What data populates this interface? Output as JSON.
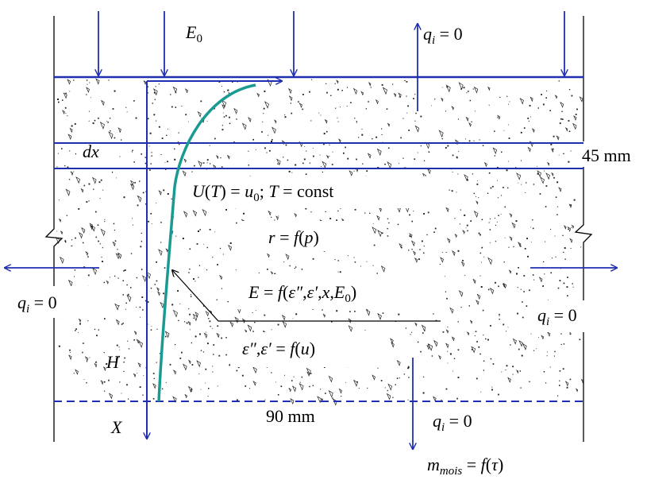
{
  "labels": {
    "e0_main": "E",
    "e0_sub": "0",
    "qi_q": "q",
    "qi_i": "i",
    "qi_eq_zero": " = 0",
    "dx": "dx",
    "thickness_top": "45 mm",
    "thickness_bottom": "90 mm",
    "u_cond_u": "U",
    "u_cond_open": "(",
    "u_cond_t": "T",
    "u_cond_close": ") = ",
    "u_cond_u0": "u",
    "u_cond_u0_sub": "0",
    "u_cond_sep": "; ",
    "u_cond_t2": "T",
    "u_cond_const": " = const",
    "r_r": "r",
    "r_eq": " = ",
    "r_f": "f",
    "r_open": "(",
    "r_p": "p",
    "r_close": ")",
    "e_E": "E",
    "e_eq": " = ",
    "e_f": "f",
    "e_open": "(",
    "e_eps2": "ε″",
    "e_comma1": ",",
    "e_eps1": "ε′",
    "e_comma2": ",",
    "e_x": "x",
    "e_comma3": ",",
    "e_E0": "E",
    "e_E0_sub": "0",
    "e_close": ")",
    "eps_eps2": "ε″",
    "eps_comma": ",",
    "eps_eps1": "ε′",
    "eps_eq": " = ",
    "eps_f": "f",
    "eps_open": "(",
    "eps_u": "u",
    "eps_close": ")",
    "h": "H",
    "x_axis": "X",
    "m_m": "m",
    "m_sub": "mois",
    "m_eq": " = ",
    "m_f": "f",
    "m_open": "(",
    "m_tau": "τ",
    "m_close": ")"
  },
  "colors": {
    "arrow_blue": "#1f2fb0",
    "curve_teal": "#1a9a93",
    "frame": "#000000",
    "speckle": "#222222"
  }
}
